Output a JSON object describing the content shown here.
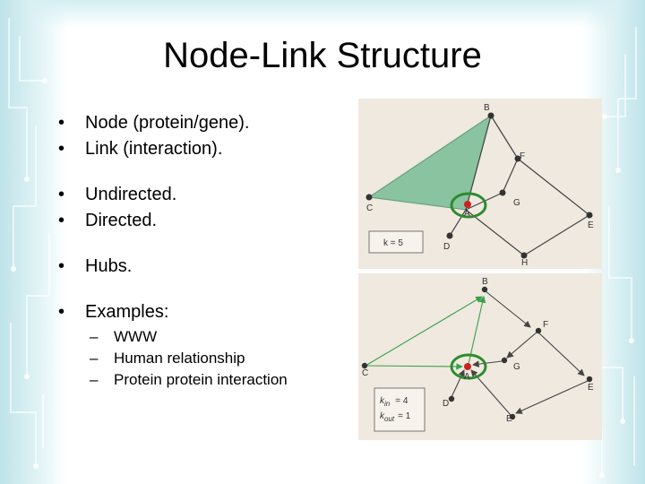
{
  "slide": {
    "title": "Node-Link Structure",
    "bullet_groups": [
      [
        "Node (protein/gene).",
        "Link (interaction)."
      ],
      [
        "Undirected.",
        "Directed."
      ],
      [
        "Hubs."
      ],
      [
        "Examples:"
      ]
    ],
    "sub_bullets": [
      "WWW",
      "Human relationship",
      "Protein protein interaction"
    ],
    "bullet_glyph": "•",
    "dash_glyph": "–"
  },
  "figure_a": {
    "nodes": [
      "B",
      "F",
      "C",
      "A",
      "G",
      "E",
      "D",
      "H"
    ],
    "legend": "k = 5"
  },
  "figure_b": {
    "nodes": [
      "B",
      "F",
      "C",
      "A",
      "G",
      "E",
      "D",
      "E"
    ],
    "legend_in_label": "k",
    "legend_in_sub": "in",
    "legend_in_value": "= 4",
    "legend_out_label": "k",
    "legend_out_sub": "out",
    "legend_out_value": "= 1"
  },
  "colors": {
    "hub_ring": "#2e8b2e",
    "hub_node": "#cc2222",
    "triangle_fill": "#7fbf9a",
    "directed_edge": "#3aa04a"
  }
}
